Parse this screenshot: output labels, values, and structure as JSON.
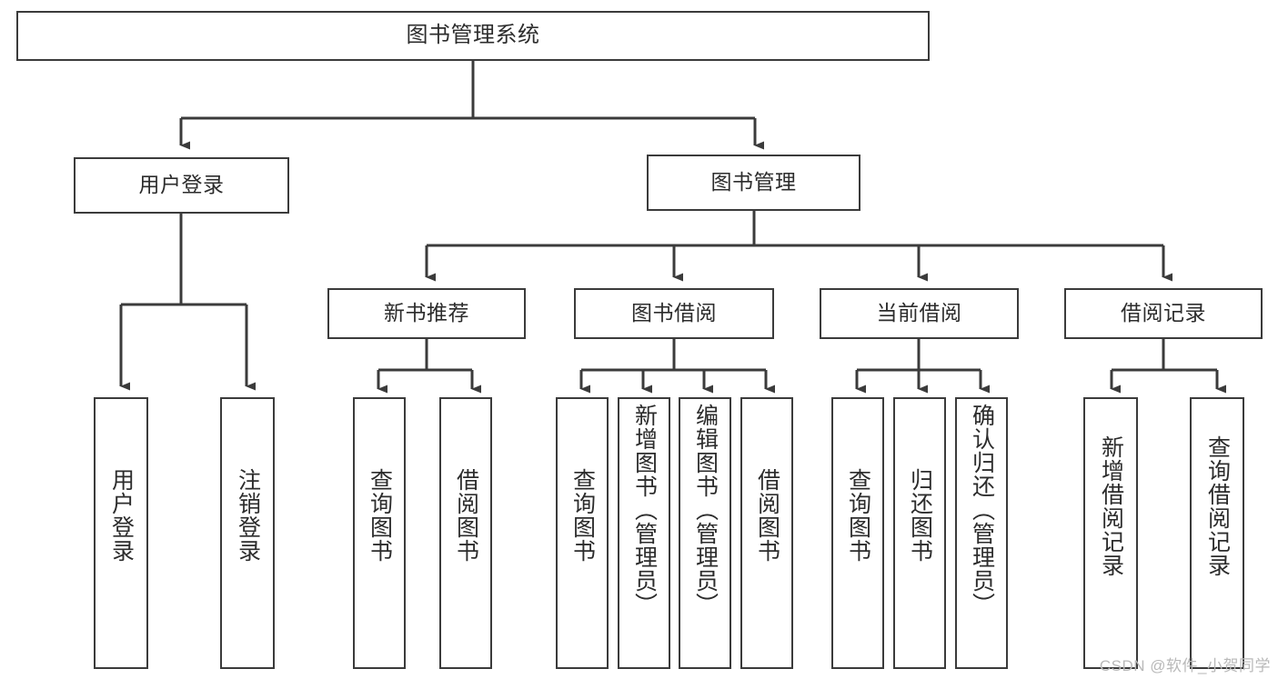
{
  "diagram": {
    "type": "tree",
    "title": "图书管理系统",
    "root": {
      "label": "图书管理系统"
    },
    "level1": [
      {
        "label": "用户登录"
      },
      {
        "label": "图书管理"
      }
    ],
    "level2": [
      {
        "label": "新书推荐"
      },
      {
        "label": "图书借阅"
      },
      {
        "label": "当前借阅"
      },
      {
        "label": "借阅记录"
      }
    ],
    "leaves": {
      "user_login": [
        {
          "label": "用户登录"
        },
        {
          "label": "注销登录"
        }
      ],
      "new_book_recommend": [
        {
          "label": "查询图书"
        },
        {
          "label": "借阅图书"
        }
      ],
      "book_borrow": [
        {
          "label": "查询图书"
        },
        {
          "label": "新增图书（管理员）"
        },
        {
          "label": "编辑图书（管理员）"
        },
        {
          "label": "借阅图书"
        }
      ],
      "current_borrow": [
        {
          "label": "查询图书"
        },
        {
          "label": "归还图书"
        },
        {
          "label": "确认归还（管理员）"
        }
      ],
      "borrow_record": [
        {
          "label": "新增借阅记录"
        },
        {
          "label": "查询借阅记录"
        }
      ]
    },
    "watermark": "CSDN @软件_小贺同学",
    "colors": {
      "stroke": "#3b3b3b",
      "text": "#2c2c2c",
      "background": "#ffffff",
      "watermark": "#b9b9b9"
    }
  }
}
